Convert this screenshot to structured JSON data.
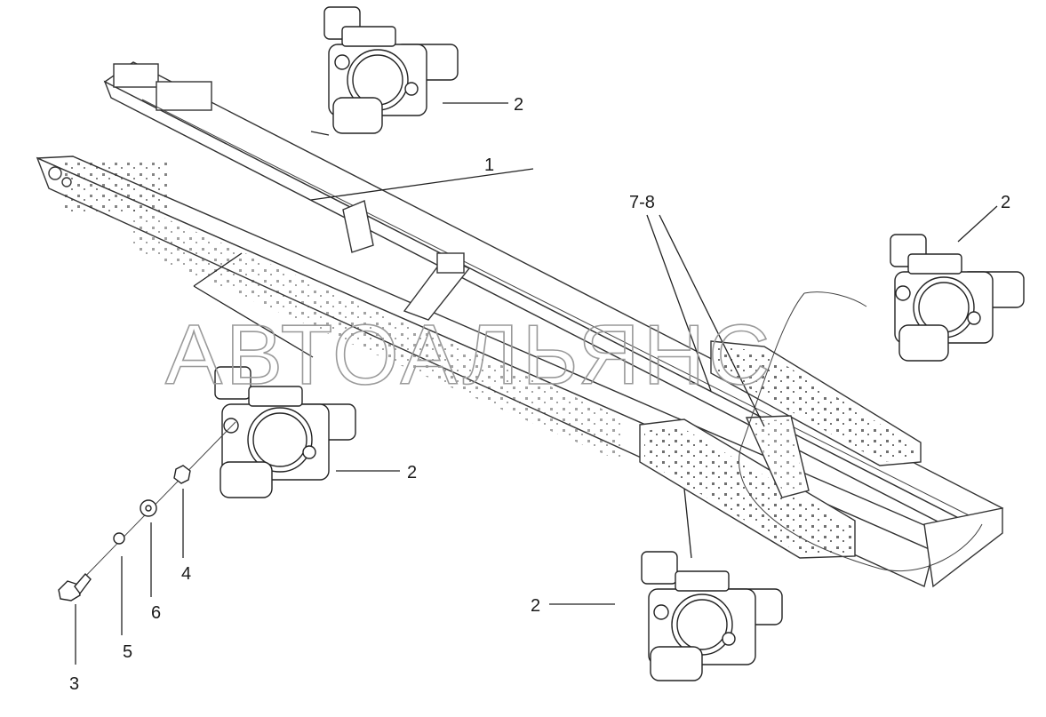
{
  "watermark": "АВТОАЛЬЯНС",
  "callouts": {
    "frame": "1",
    "tank_top": "2",
    "tank_right": "2",
    "tank_mid": "2",
    "tank_bottom": "2",
    "crossmember": "7-8",
    "bolt": "3",
    "washer_small": "5",
    "washer_large": "6",
    "nut": "4"
  }
}
